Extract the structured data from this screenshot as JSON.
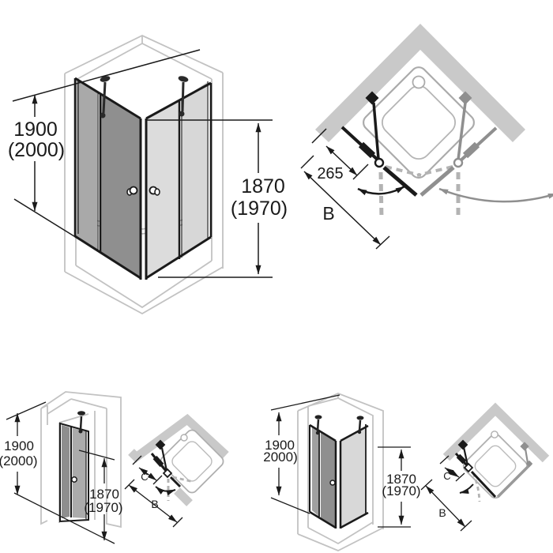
{
  "colors": {
    "line_black": "#1a1a1a",
    "wall_gray": "#c9c9c9",
    "outline_gray": "#c2c2c2",
    "glass_dark": "#8f8f8f",
    "glass_mid": "#a9a9a9",
    "glass_light": "#dcdcdc",
    "dashed_gray": "#b3b3b3"
  },
  "diagrams": {
    "corner_entry_iso": {
      "height": "1900",
      "height_alt": "(2000)",
      "glass_height": "1870",
      "glass_height_alt": "(1970)"
    },
    "corner_entry_plan": {
      "hinge_offset": "265",
      "width_label": "B"
    },
    "niche_door_iso": {
      "height": "1900",
      "height_alt": "(2000)",
      "glass_height": "1870",
      "glass_height_alt": "(1970)"
    },
    "niche_door_plan": {
      "fixed_label": "C",
      "width_label": "B"
    },
    "corner_door_iso": {
      "height": "1900",
      "height_alt": "2000)",
      "glass_height": "1870",
      "glass_height_alt": "(1970)"
    },
    "corner_door_plan": {
      "fixed_label": "C",
      "width_label": "B"
    }
  }
}
